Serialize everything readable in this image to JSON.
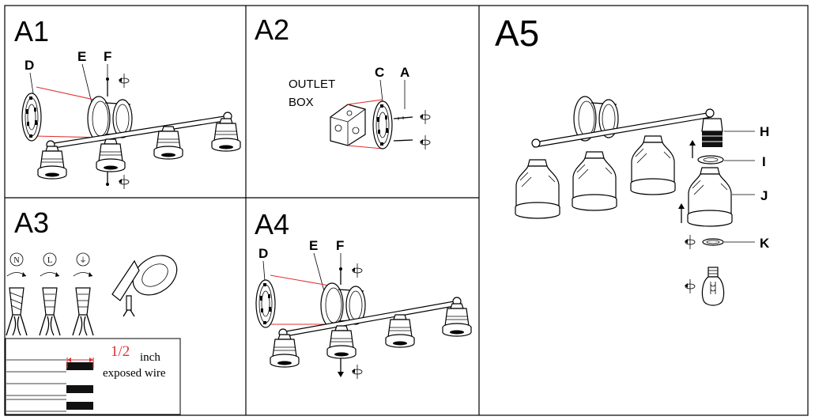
{
  "panels": {
    "a1": {
      "title": "A1",
      "labels": {
        "d": "D",
        "e": "E",
        "f": "F"
      }
    },
    "a2": {
      "title": "A2",
      "outlet_box_line1": "OUTLET",
      "outlet_box_line2": "BOX",
      "labels": {
        "c": "C",
        "a": "A"
      }
    },
    "a3": {
      "title": "A3",
      "wire_symbols": [
        "N",
        "L",
        "⏚"
      ],
      "strip_length": "1/2",
      "strip_unit": "inch",
      "strip_note": "exposed wire"
    },
    "a4": {
      "title": "A4",
      "labels": {
        "d": "D",
        "e": "E",
        "f": "F"
      }
    },
    "a5": {
      "title": "A5",
      "labels": {
        "h": "H",
        "i": "I",
        "j": "J",
        "k": "K"
      }
    }
  }
}
